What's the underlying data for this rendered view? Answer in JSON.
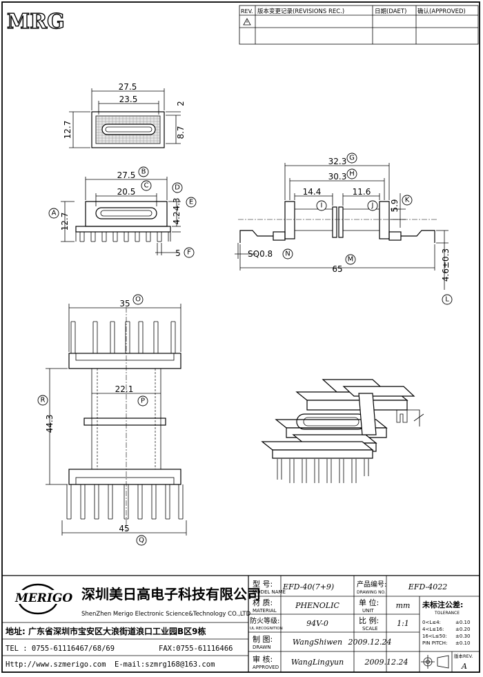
{
  "logo_text": "MRG",
  "revisions": {
    "col_rev": "REV.",
    "col_record": "版本变更记录(REVISIONS REC.)",
    "col_date": "日期(DAET)",
    "col_approved": "确认(APPROVED)"
  },
  "dimensions": {
    "top_view": [
      "27.5",
      "23.5",
      "12.7",
      "8.7",
      "2"
    ],
    "side_view": [
      "27.5",
      "20.5",
      "12.7",
      "4.3",
      "4.2",
      "5"
    ],
    "right_view": [
      "32.3",
      "30.3",
      "14.4",
      "11.6",
      "5.9",
      "SQ0.8",
      "65",
      "4.6±0.3"
    ],
    "bottom_view": [
      "35",
      "22.1",
      "44.3",
      "45"
    ]
  },
  "callouts": [
    "A",
    "B",
    "C",
    "D",
    "E",
    "F",
    "G",
    "H",
    "I",
    "J",
    "K",
    "L",
    "M",
    "N",
    "O",
    "P",
    "Q",
    "R"
  ],
  "company": {
    "brand": "MERIGO",
    "name_cn": "深圳美日高电子科技有限公司",
    "name_en": "ShenZhen Merigo Electronic Science&Technology CO.,LTD",
    "address": "地址: 广东省深圳市宝安区大浪街道浪口工业园B区9栋",
    "tel": "TEL : 0755-61116467/68/69",
    "fax": "FAX:0755-61116466",
    "web": "Http://www.szmerigo.com",
    "email": "E-mail:szmrg168@163.com"
  },
  "title_block": {
    "model_label": "型 号:",
    "model_label_en": "MODEL NAME",
    "model_value": "EFD-40(7+9)",
    "drawing_label": "产品编号:",
    "drawing_label_en": "DRAWING NO.",
    "drawing_value": "EFD-4022",
    "material_label": "材 质:",
    "material_label_en": "MATERIAL",
    "material_value": "PHENOLIC",
    "unit_label": "单 位:",
    "unit_label_en": "UNIT",
    "unit_value": "mm",
    "flame_label": "防火等级:",
    "flame_label_en": "UL RECOGNITION",
    "flame_value": "94V-0",
    "scale_label": "比 例:",
    "scale_label_en": "SCALE",
    "scale_value": "1:1",
    "drawn_label": "制 图:",
    "drawn_label_en": "DRAWN",
    "drawn_value": "WangShiwen",
    "drawn_date": "2009.12.24",
    "approved_label": "审 核:",
    "approved_label_en": "APPROVED",
    "approved_value": "WangLingyun",
    "approved_date": "2009.12.24",
    "tolerance_title": "未标注公差:",
    "tolerance_title_en": "TOLERANCE",
    "tolerances": [
      {
        "range": "0<L≤4:",
        "tol": "±0.10"
      },
      {
        "range": "4<L≤16:",
        "tol": "±0.20"
      },
      {
        "range": "16<L≤50:",
        "tol": "±0.30"
      },
      {
        "range": "PIN PITCH:",
        "tol": "±0.10"
      }
    ],
    "rev_label": "版本REV.",
    "rev_value": "A"
  }
}
